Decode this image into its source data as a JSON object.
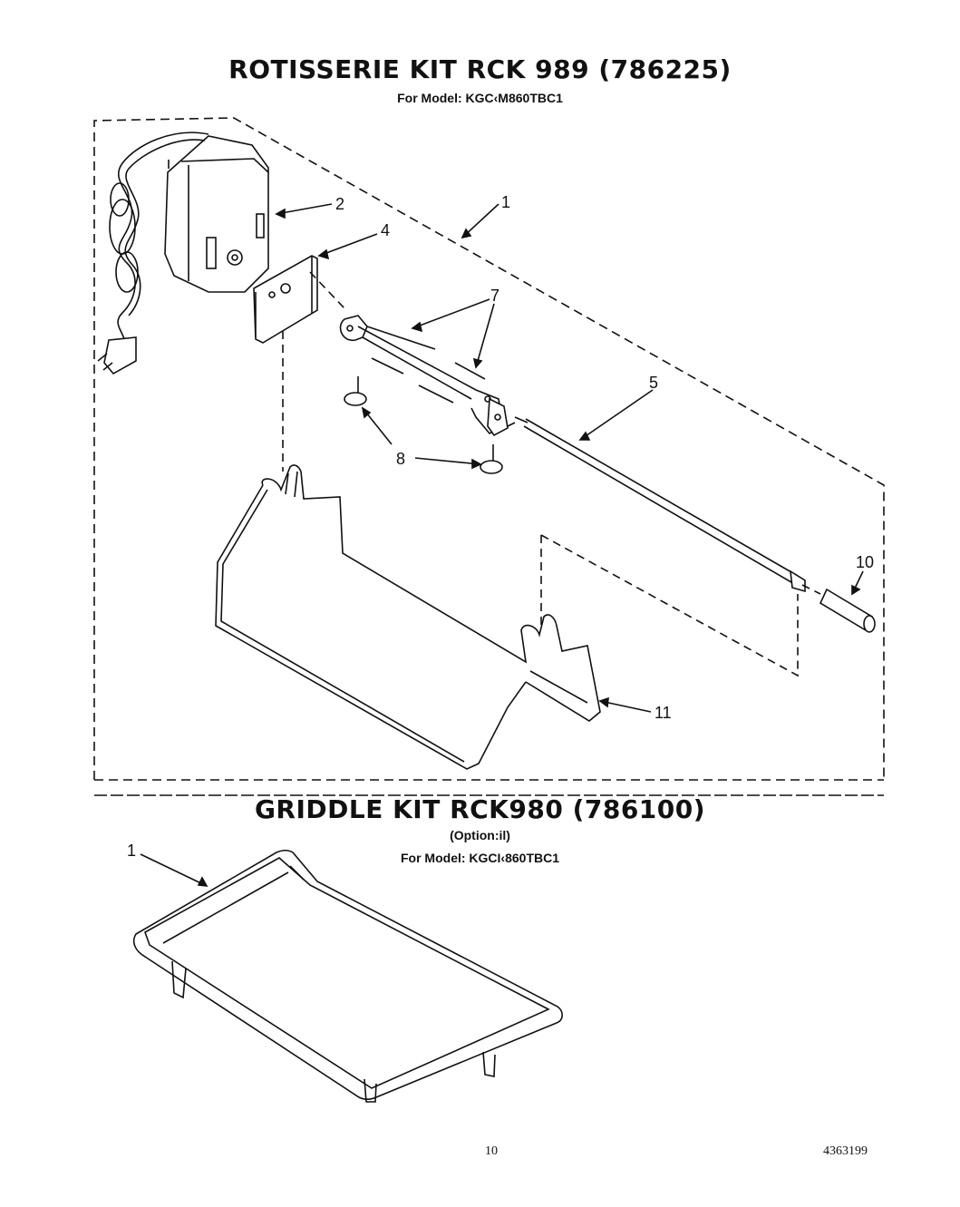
{
  "rotisserie": {
    "title": "ROTISSERIE KIT RCK 989 (786225)",
    "model": "For Model: KGC‹M860TBC1",
    "callouts": {
      "c1": "1",
      "c2": "2",
      "c4": "4",
      "c5": "5",
      "c7": "7",
      "c8": "8",
      "c10": "10",
      "c11": "11"
    }
  },
  "griddle": {
    "title": "GRIDDLE KIT RCK980 (786100)",
    "optional": "(Option:il)",
    "model": "For Model: KGCI‹860TBC1",
    "callouts": {
      "c1": "1"
    }
  },
  "footer": {
    "page_number": "10",
    "doc_number": "4363199"
  }
}
